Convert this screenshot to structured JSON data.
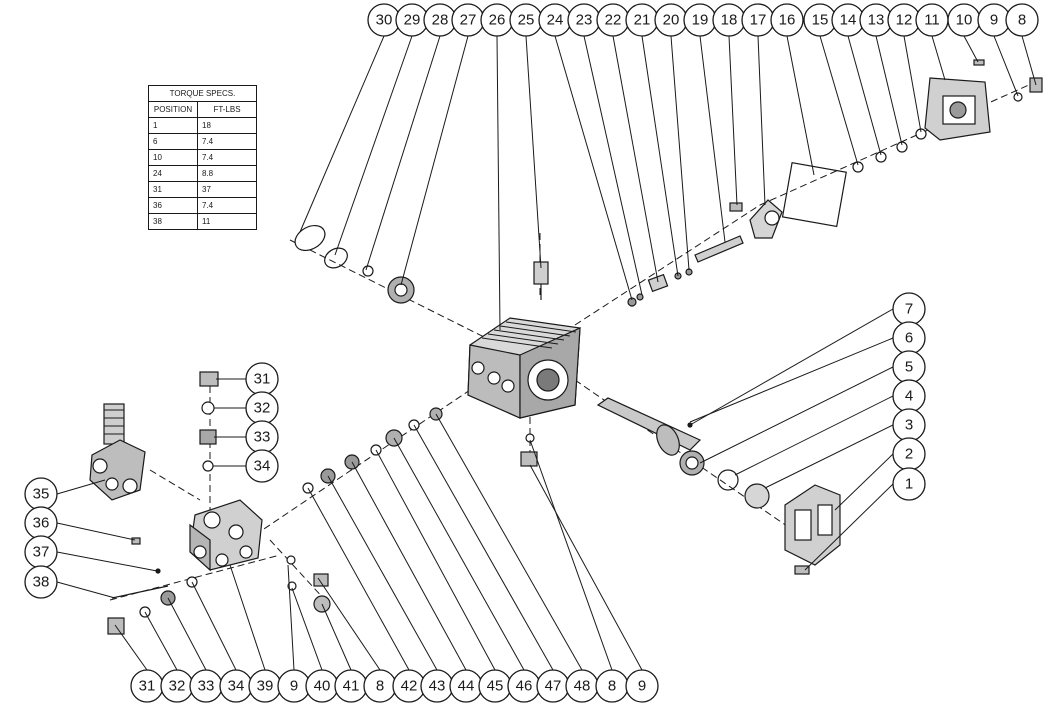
{
  "torque_table": {
    "title": "TORQUE SPECS.",
    "headers": [
      "POSITION",
      "FT-LBS"
    ],
    "rows": [
      {
        "position": "1",
        "value": "18"
      },
      {
        "position": "6",
        "value": "7.4"
      },
      {
        "position": "10",
        "value": "7.4"
      },
      {
        "position": "24",
        "value": "8.8"
      },
      {
        "position": "31",
        "value": "37"
      },
      {
        "position": "36",
        "value": "7.4"
      },
      {
        "position": "38",
        "value": "11"
      }
    ]
  },
  "top_callouts": [
    "30",
    "29",
    "28",
    "27",
    "26",
    "25",
    "24",
    "23",
    "22",
    "21",
    "20",
    "19",
    "18",
    "17",
    "16",
    "15",
    "14",
    "13",
    "12",
    "11",
    "10",
    "9",
    "8"
  ],
  "right_callouts": [
    "7",
    "6",
    "5",
    "4",
    "3",
    "2",
    "1"
  ],
  "valve_callouts": [
    "31",
    "32",
    "33",
    "34"
  ],
  "left_callouts": [
    "35",
    "36",
    "37",
    "38"
  ],
  "bottom_callouts": [
    "31",
    "32",
    "33",
    "34",
    "39",
    "9",
    "40",
    "41",
    "8",
    "42",
    "43",
    "44",
    "45",
    "46",
    "47",
    "48",
    "8",
    "9"
  ]
}
